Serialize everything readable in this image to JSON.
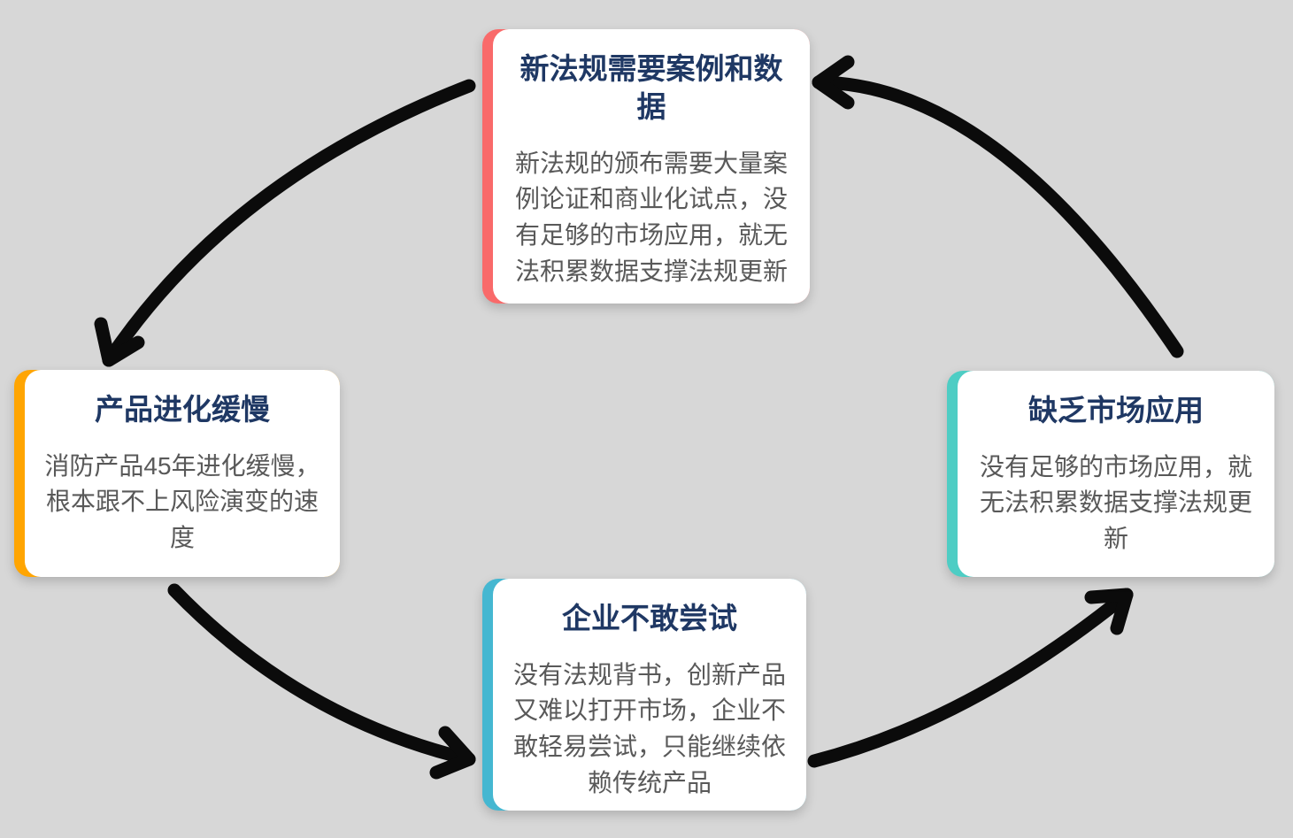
{
  "background_color": "#D7D7D7",
  "title_color": "#1F3864",
  "body_color": "#595959",
  "arrow_color": "#0B0B0B",
  "cards": {
    "top": {
      "title": "新法规需要案例和数据",
      "body": "新法规的颁布需要大量案例论证和商业化试点，没有足够的市场应用，就无法积累数据支撑法规更新",
      "accent": "#F96A6A"
    },
    "left": {
      "title": "产品进化缓慢",
      "body": "消防产品45年进化缓慢，根本跟不上风险演变的速度",
      "accent": "#FFA502"
    },
    "bottom": {
      "title": "企业不敢尝试",
      "body": "没有法规背书，创新产品又难以打开市场，企业不敢轻易尝试，只能继续依赖传统产品",
      "accent": "#45B7D1"
    },
    "right": {
      "title": "缺乏市场应用",
      "body": "没有足够的市场应用，就无法积累数据支撑法规更新",
      "accent": "#4ECDC4"
    }
  },
  "edges": [
    {
      "from": "新法规需要案例和数据",
      "to": "产品进化缓慢"
    },
    {
      "from": "产品进化缓慢",
      "to": "企业不敢尝试"
    },
    {
      "from": "企业不敢尝试",
      "to": "缺乏市场应用"
    },
    {
      "from": "缺乏市场应用",
      "to": "新法规需要案例和数据"
    }
  ]
}
